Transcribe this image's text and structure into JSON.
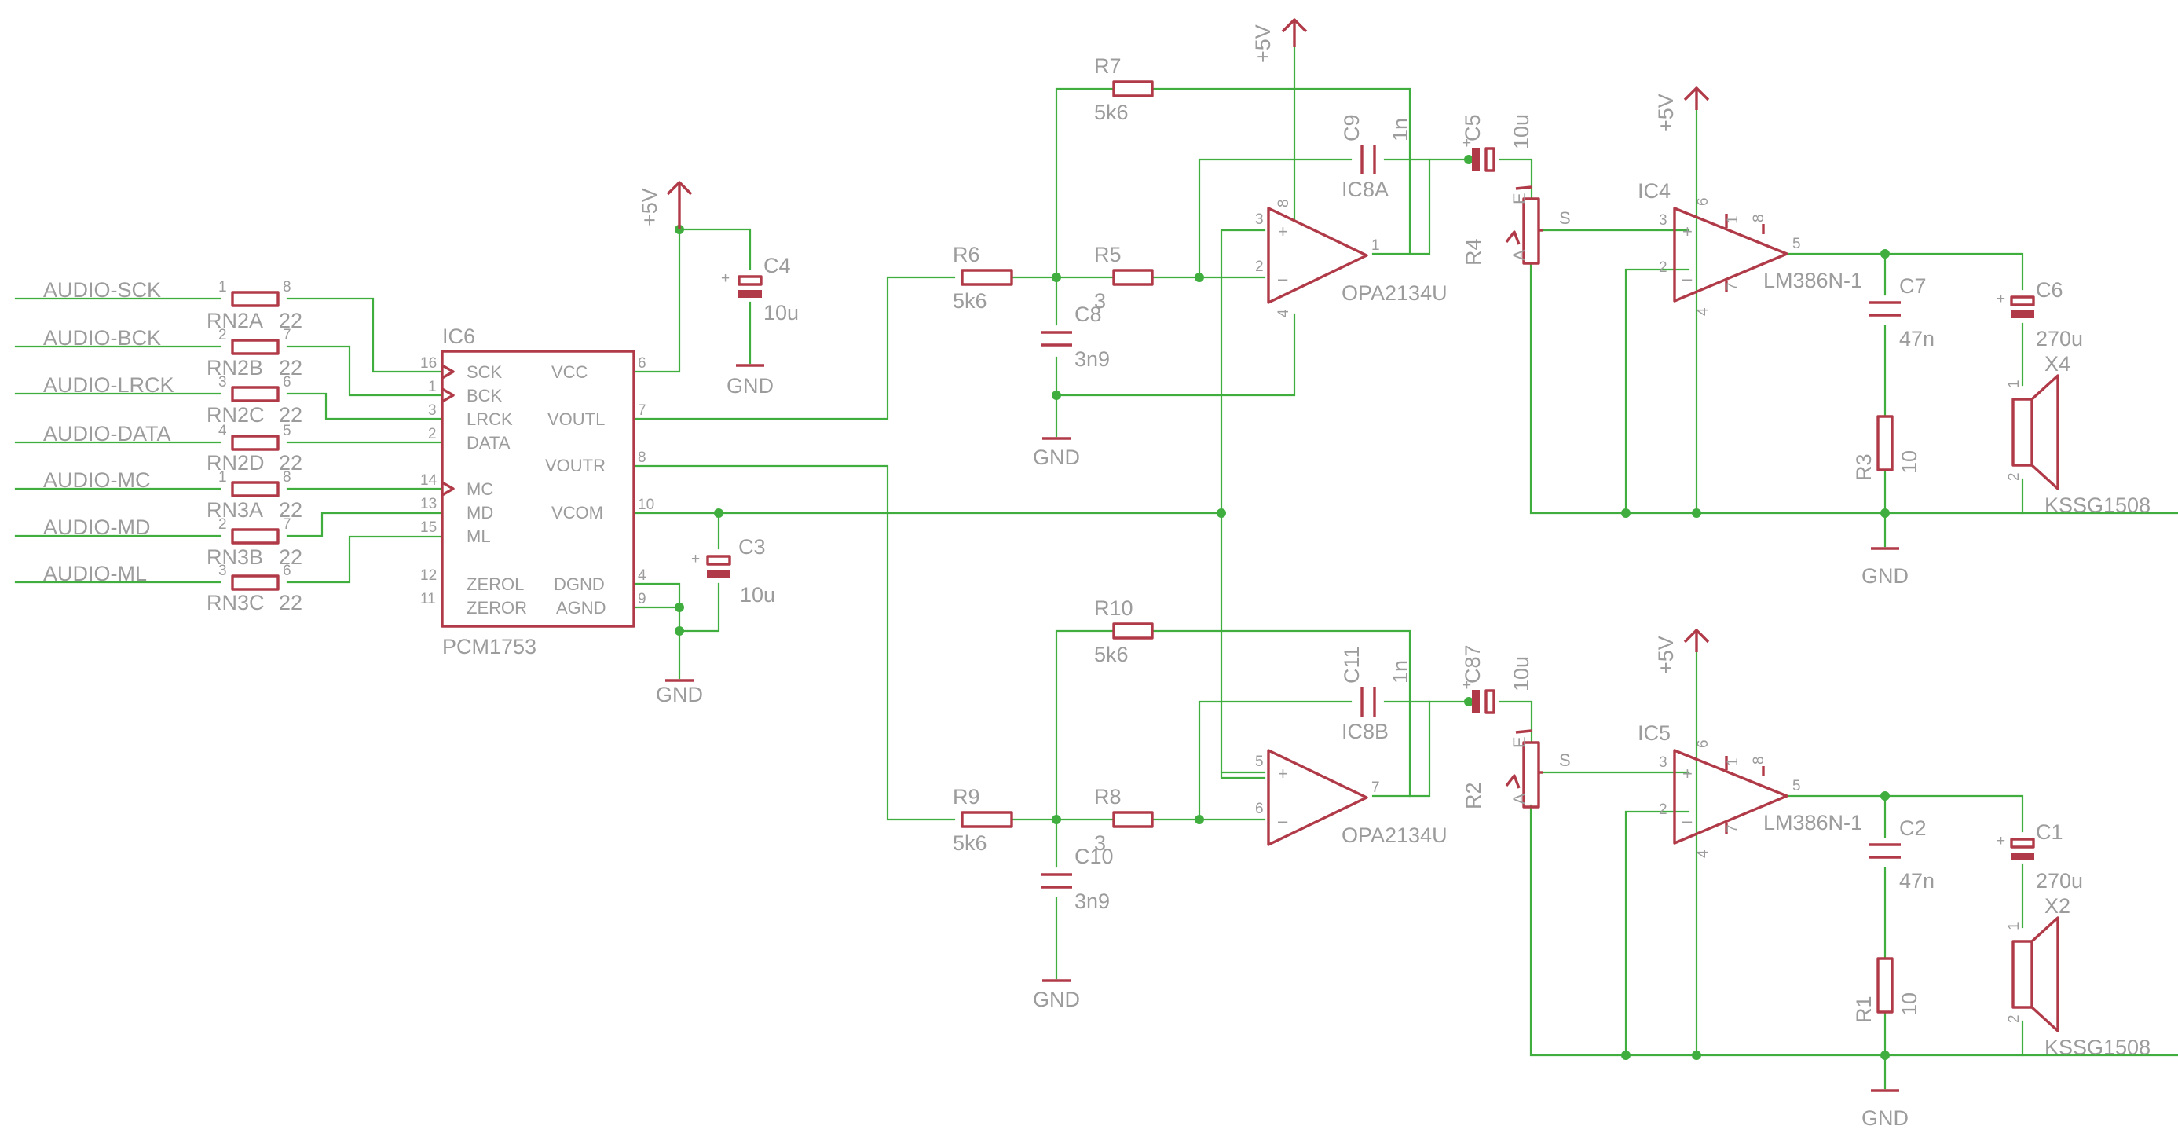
{
  "colors": {
    "wire": "#3fae3f",
    "symbol": "#b03a48",
    "label": "#9c9c9c"
  },
  "nets": [
    "AUDIO-SCK",
    "AUDIO-BCK",
    "AUDIO-LRCK",
    "AUDIO-DATA",
    "AUDIO-MC",
    "AUDIO-MD",
    "AUDIO-ML"
  ],
  "rnets": [
    {
      "name": "RN2A",
      "value": "22",
      "p1": "1",
      "p2": "8"
    },
    {
      "name": "RN2B",
      "value": "22",
      "p1": "2",
      "p2": "7"
    },
    {
      "name": "RN2C",
      "value": "22",
      "p1": "3",
      "p2": "6"
    },
    {
      "name": "RN2D",
      "value": "22",
      "p1": "4",
      "p2": "5"
    },
    {
      "name": "RN3A",
      "value": "22",
      "p1": "1",
      "p2": "8"
    },
    {
      "name": "RN3B",
      "value": "22",
      "p1": "2",
      "p2": "7"
    },
    {
      "name": "RN3C",
      "value": "22",
      "p1": "3",
      "p2": "6"
    }
  ],
  "ic6": {
    "name": "IC6",
    "value": "PCM1753",
    "left_pins": [
      {
        "num": "16",
        "label": "SCK"
      },
      {
        "num": "1",
        "label": "BCK"
      },
      {
        "num": "3",
        "label": "LRCK"
      },
      {
        "num": "2",
        "label": "DATA"
      },
      {
        "num": "14",
        "label": "MC"
      },
      {
        "num": "13",
        "label": "MD"
      },
      {
        "num": "15",
        "label": "ML"
      },
      {
        "num": "12",
        "label": "ZEROL"
      },
      {
        "num": "11",
        "label": "ZEROR"
      }
    ],
    "right_pins": [
      {
        "num": "6",
        "label": "VCC"
      },
      {
        "num": "7",
        "label": "VOUTL"
      },
      {
        "num": "8",
        "label": "VOUTR"
      },
      {
        "num": "10",
        "label": "VCOM"
      },
      {
        "num": "4",
        "label": "DGND"
      },
      {
        "num": "9",
        "label": "AGND"
      }
    ]
  },
  "supply": {
    "v5": "+5V",
    "gnd": "GND"
  },
  "caps": {
    "c4": {
      "name": "C4",
      "value": "10u"
    },
    "c3": {
      "name": "C3",
      "value": "10u"
    },
    "c8": {
      "name": "C8",
      "value": "3n9"
    },
    "c10": {
      "name": "C10",
      "value": "3n9"
    },
    "c9": {
      "name": "C9",
      "value": "1n"
    },
    "c11": {
      "name": "C11",
      "value": "1n"
    },
    "c5": {
      "name": "C5",
      "value": "10u"
    },
    "c87": {
      "name": "C87",
      "value": "10u"
    },
    "c7": {
      "name": "C7",
      "value": "47n"
    },
    "c2": {
      "name": "C2",
      "value": "47n"
    },
    "c6": {
      "name": "C6",
      "value": "270u"
    },
    "c1": {
      "name": "C1",
      "value": "270u"
    }
  },
  "res": {
    "r7": {
      "name": "R7",
      "value": "5k6"
    },
    "r6": {
      "name": "R6",
      "value": "5k6"
    },
    "r5": {
      "name": "R5",
      "value": "3"
    },
    "r10": {
      "name": "R10",
      "value": "5k6"
    },
    "r9": {
      "name": "R9",
      "value": "5k6"
    },
    "r8": {
      "name": "R8",
      "value": "3"
    },
    "r3": {
      "name": "R3",
      "value": "10"
    },
    "r1": {
      "name": "R1",
      "value": "10"
    }
  },
  "pots": {
    "r4": {
      "name": "R4",
      "a": "A",
      "e": "E",
      "s": "S"
    },
    "r2": {
      "name": "R2",
      "a": "A",
      "e": "E",
      "s": "S"
    }
  },
  "opamps": {
    "a": {
      "name": "IC8A",
      "value": "OPA2134U",
      "plus": "3",
      "minus": "2",
      "out": "1",
      "vcc": "8",
      "vee": "4"
    },
    "b": {
      "name": "IC8B",
      "value": "OPA2134U",
      "plus": "5",
      "minus": "6",
      "out": "7"
    }
  },
  "amps": {
    "ic4": {
      "name": "IC4",
      "value": "LM386N-1"
    },
    "ic5": {
      "name": "IC5",
      "value": "LM386N-1"
    },
    "pins": {
      "in_plus": "3",
      "in_minus": "2",
      "out": "5",
      "vs": "6",
      "gnd": "4",
      "g1": "1",
      "g8": "8",
      "byp": "7"
    }
  },
  "speakers": {
    "x4": {
      "name": "X4",
      "value": "KSSG1508",
      "p1": "1",
      "p2": "2"
    },
    "x2": {
      "name": "X2",
      "value": "KSSG1508",
      "p1": "1",
      "p2": "2"
    }
  }
}
